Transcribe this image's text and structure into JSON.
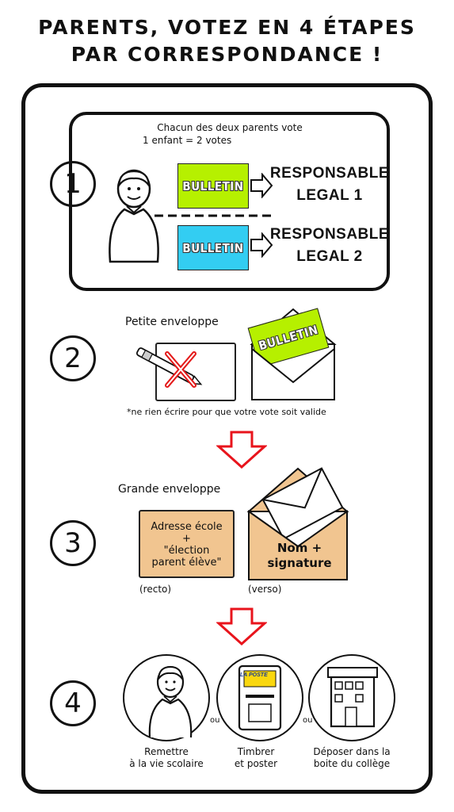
{
  "title": {
    "line1": "PARENTS, VOTEZ EN 4 ÉTAPES",
    "line2": "PAR CORRESPONDANCE !"
  },
  "colors": {
    "bulletin_green": "#b6f000",
    "bulletin_blue": "#33cdf2",
    "envelope_tan": "#f1c590",
    "arrow_red": "#e8141c",
    "cross_red": "#e41a1a",
    "poste_yellow": "#f9d70f"
  },
  "steps": {
    "step1": {
      "number": "1",
      "note_line1": "Chacun des deux parents vote",
      "note_line2": "1 enfant = 2 votes",
      "bulletin_label": "BULLETIN",
      "responsable1_line1": "RESPONSABLE",
      "responsable1_line2": "LEGAL 1",
      "responsable2_line1": "RESPONSABLE",
      "responsable2_line2": "LEGAL 2"
    },
    "step2": {
      "number": "2",
      "label": "Petite enveloppe",
      "bulletin_label": "BULLETIN",
      "note": "*ne rien écrire pour que votre vote soit valide"
    },
    "step3": {
      "number": "3",
      "label": "Grande enveloppe",
      "recto_line1": "Adresse école",
      "recto_line2": "+",
      "recto_line3": "\"élection",
      "recto_line4": "parent élève\"",
      "recto_caption": "(recto)",
      "verso_line1": "Nom +",
      "verso_line2": "signature",
      "verso_caption": "(verso)"
    },
    "step4": {
      "number": "4",
      "option1_line1": "Remettre",
      "option1_line2": "à la vie scolaire",
      "or1": "ou",
      "option2_line1": "Timbrer",
      "option2_line2": "et poster",
      "poste_label": "LA POSTE",
      "or2": "ou",
      "option3_line1": "Déposer dans la",
      "option3_line2": "boite du collège"
    }
  },
  "icons": [
    "person-icon",
    "pen-icon",
    "cross-icon",
    "envelope-icon",
    "down-arrow-icon",
    "mailbox-icon",
    "school-building-icon"
  ]
}
